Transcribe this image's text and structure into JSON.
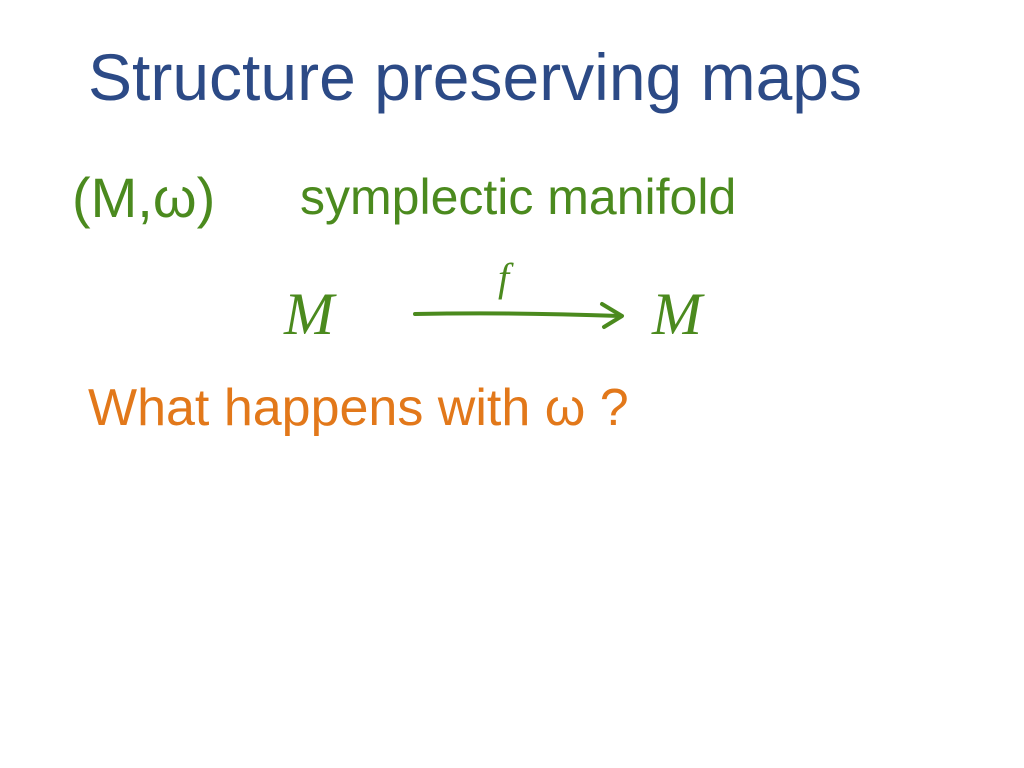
{
  "title": "Structure preserving maps",
  "definition": {
    "pair": "(M,ω)",
    "description": "symplectic manifold"
  },
  "map": {
    "source": "M",
    "label": "f",
    "target": "M"
  },
  "question": "What happens with ω ?",
  "colors": {
    "title": "#2c4a86",
    "definition": "#4b8a1e",
    "question": "#e2781a"
  }
}
